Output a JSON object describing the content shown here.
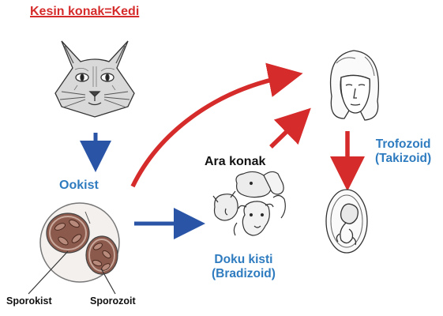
{
  "definitive_host": "Kesin konak=Kedi",
  "stages": {
    "oocyst": "Ookist",
    "intermediate_host": "Ara konak",
    "tissue_cyst_line1": "Doku kisti",
    "tissue_cyst_line2": "(Bradizoid)",
    "trophozoite_line1": "Trofozoid",
    "trophozoite_line2": "(Takizoid)"
  },
  "oocyst_parts": {
    "sporocyst": "Sporokist",
    "sporozoite": "Sporozoit"
  },
  "colors": {
    "red_arrow": "#d62b2b",
    "blue_arrow": "#2a55a6",
    "blue_text": "#2e7bbf",
    "red_text": "#d62b2b",
    "cyst_fill": "#8c5a4c"
  },
  "icons": [
    "cat-head-icon",
    "oocyst-icon",
    "farm-animals-icon",
    "woman-face-icon",
    "fetus-icon"
  ]
}
